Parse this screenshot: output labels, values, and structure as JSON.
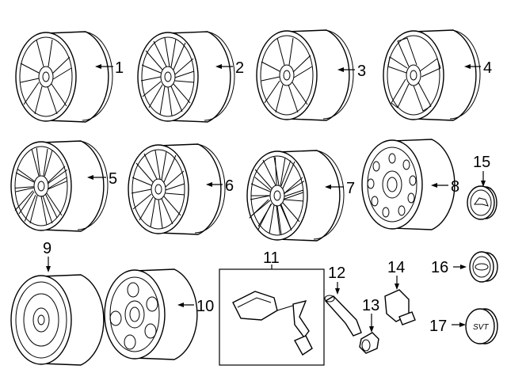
{
  "callouts": {
    "c1": "1",
    "c2": "2",
    "c3": "3",
    "c4": "4",
    "c5": "5",
    "c6": "6",
    "c7": "7",
    "c8": "8",
    "c9": "9",
    "c10": "10",
    "c11": "11",
    "c12": "12",
    "c13": "13",
    "c14": "14",
    "c15": "15",
    "c16": "16",
    "c17": "17"
  },
  "cap_labels": {
    "svt": "SVT"
  },
  "colors": {
    "line": "#000000",
    "background": "#ffffff"
  }
}
